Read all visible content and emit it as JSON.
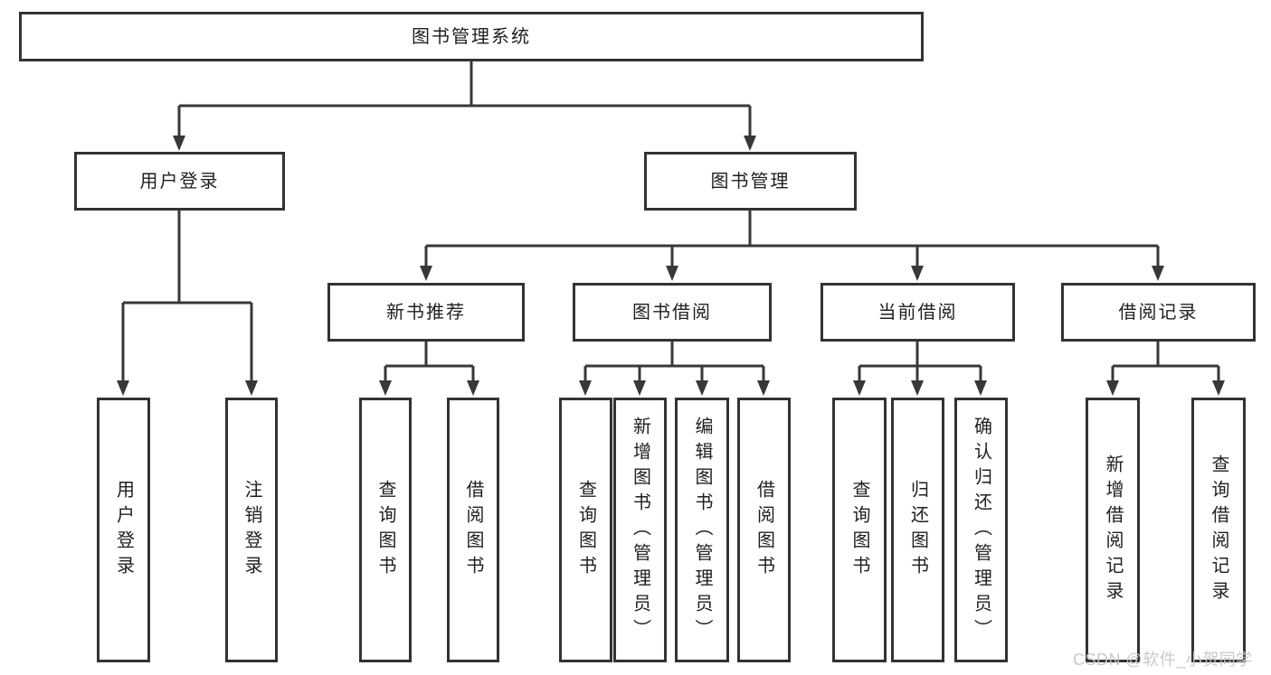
{
  "diagram": {
    "root": {
      "label": "图书管理系统",
      "children": [
        {
          "label": "用户登录",
          "children": [
            {
              "label": "用户登录"
            },
            {
              "label": "注销登录"
            }
          ]
        },
        {
          "label": "图书管理",
          "children": [
            {
              "label": "新书推荐",
              "children": [
                {
                  "label": "查询图书"
                },
                {
                  "label": "借阅图书"
                }
              ]
            },
            {
              "label": "图书借阅",
              "children": [
                {
                  "label": "查询图书"
                },
                {
                  "label": "新增图书（管理员）"
                },
                {
                  "label": "编辑图书（管理员）"
                },
                {
                  "label": "借阅图书"
                }
              ]
            },
            {
              "label": "当前借阅",
              "children": [
                {
                  "label": "查询图书"
                },
                {
                  "label": "归还图书"
                },
                {
                  "label": "确认归还（管理员）"
                }
              ]
            },
            {
              "label": "借阅记录",
              "children": [
                {
                  "label": "新增借阅记录"
                },
                {
                  "label": "查询借阅记录"
                }
              ]
            }
          ]
        }
      ]
    }
  },
  "watermark": {
    "text": "CSDN @软件_小贺同学"
  },
  "colors": {
    "line": "#383838",
    "node_border": "#333333",
    "text": "#1f1f1f",
    "watermark": "#c6c6c6",
    "background": "#ffffff"
  }
}
